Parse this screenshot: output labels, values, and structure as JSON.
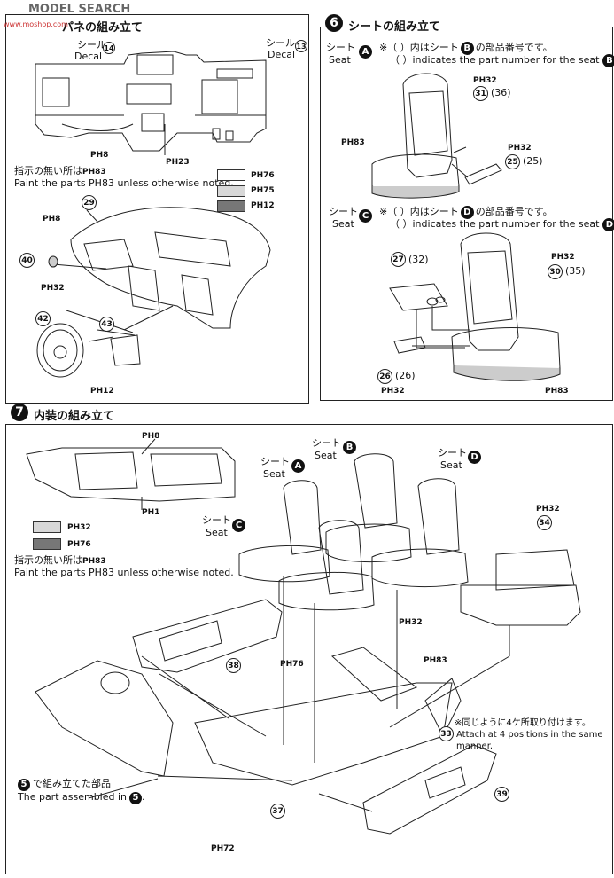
{
  "watermark": {
    "site": "MODEL SEARCH",
    "url": "www.moshop.com"
  },
  "section5": {
    "title": "パネの組み立て",
    "decal_ja": "シール",
    "decal_en": "Decal",
    "decal_part_14": "14",
    "decal_part_13": "13",
    "note_ja": "指示の無い所は",
    "note_ja_ref": "PH83",
    "note_en": "Paint the parts PH83 unless otherwise noted.",
    "legend": [
      {
        "code": "PH76",
        "color": "#ffffff"
      },
      {
        "code": "PH75",
        "color": "#d8d8d8"
      },
      {
        "code": "PH12",
        "color": "#777777"
      }
    ],
    "labels": {
      "ph8a": "PH8",
      "ph23": "PH23",
      "ph8b": "PH8",
      "ph32": "PH32",
      "ph12": "PH12",
      "p29": "29",
      "p40": "40",
      "p42": "42",
      "p43": "43"
    }
  },
  "section6": {
    "number": "6",
    "title": "シートの組み立て",
    "seat_ja": "シート",
    "seat_en": "Seat",
    "letter_a": "A",
    "letter_b": "B",
    "letter_c": "C",
    "letter_d": "D",
    "note_ab_ja_pre": "※（ ）内はシート",
    "note_ab_ja_post": "の部品番号です。",
    "note_ab_en": "（ ）indicates the part number for the seat",
    "note_cd_ja_pre": "※（ ）内はシート",
    "note_cd_ja_post": "の部品番号です。",
    "note_cd_en": "（ ）indicates the part number for the seat",
    "labels": {
      "ph32a": "PH32",
      "p31": "31",
      "p36": "(36)",
      "ph83a": "PH83",
      "ph32b": "PH32",
      "p25": "25",
      "p25b": "(25)",
      "p27": "27",
      "p32": "(32)",
      "ph32c": "PH32",
      "p30": "30",
      "p35": "(35)",
      "p26": "26",
      "p26b": "(26)",
      "ph32d": "PH32",
      "ph83b": "PH83"
    }
  },
  "section7": {
    "number": "7",
    "title": "内装の組み立て",
    "legend": [
      {
        "code": "PH32",
        "color": "#d8d8d8"
      },
      {
        "code": "PH76",
        "color": "#777777"
      }
    ],
    "note_ja": "指示の無い所は",
    "note_ja_ref": "PH83",
    "note_en": "Paint the parts PH83 unless otherwise noted.",
    "attach_ja": "※同じように4ケ所取り付けます。",
    "attach_en_1": "Attach at 4 positions in the same",
    "attach_en_2": "manner.",
    "part5_ja": "で組み立てた部品",
    "part5_en": "The part assembled in",
    "part5_num": "5",
    "labels": {
      "ph8": "PH8",
      "ph1": "PH1",
      "ph32a": "PH32",
      "p34": "34",
      "p38": "38",
      "ph76": "PH76",
      "ph32b": "PH32",
      "ph83": "PH83",
      "p33": "33",
      "p37": "37",
      "p39": "39",
      "ph72": "PH72"
    }
  }
}
